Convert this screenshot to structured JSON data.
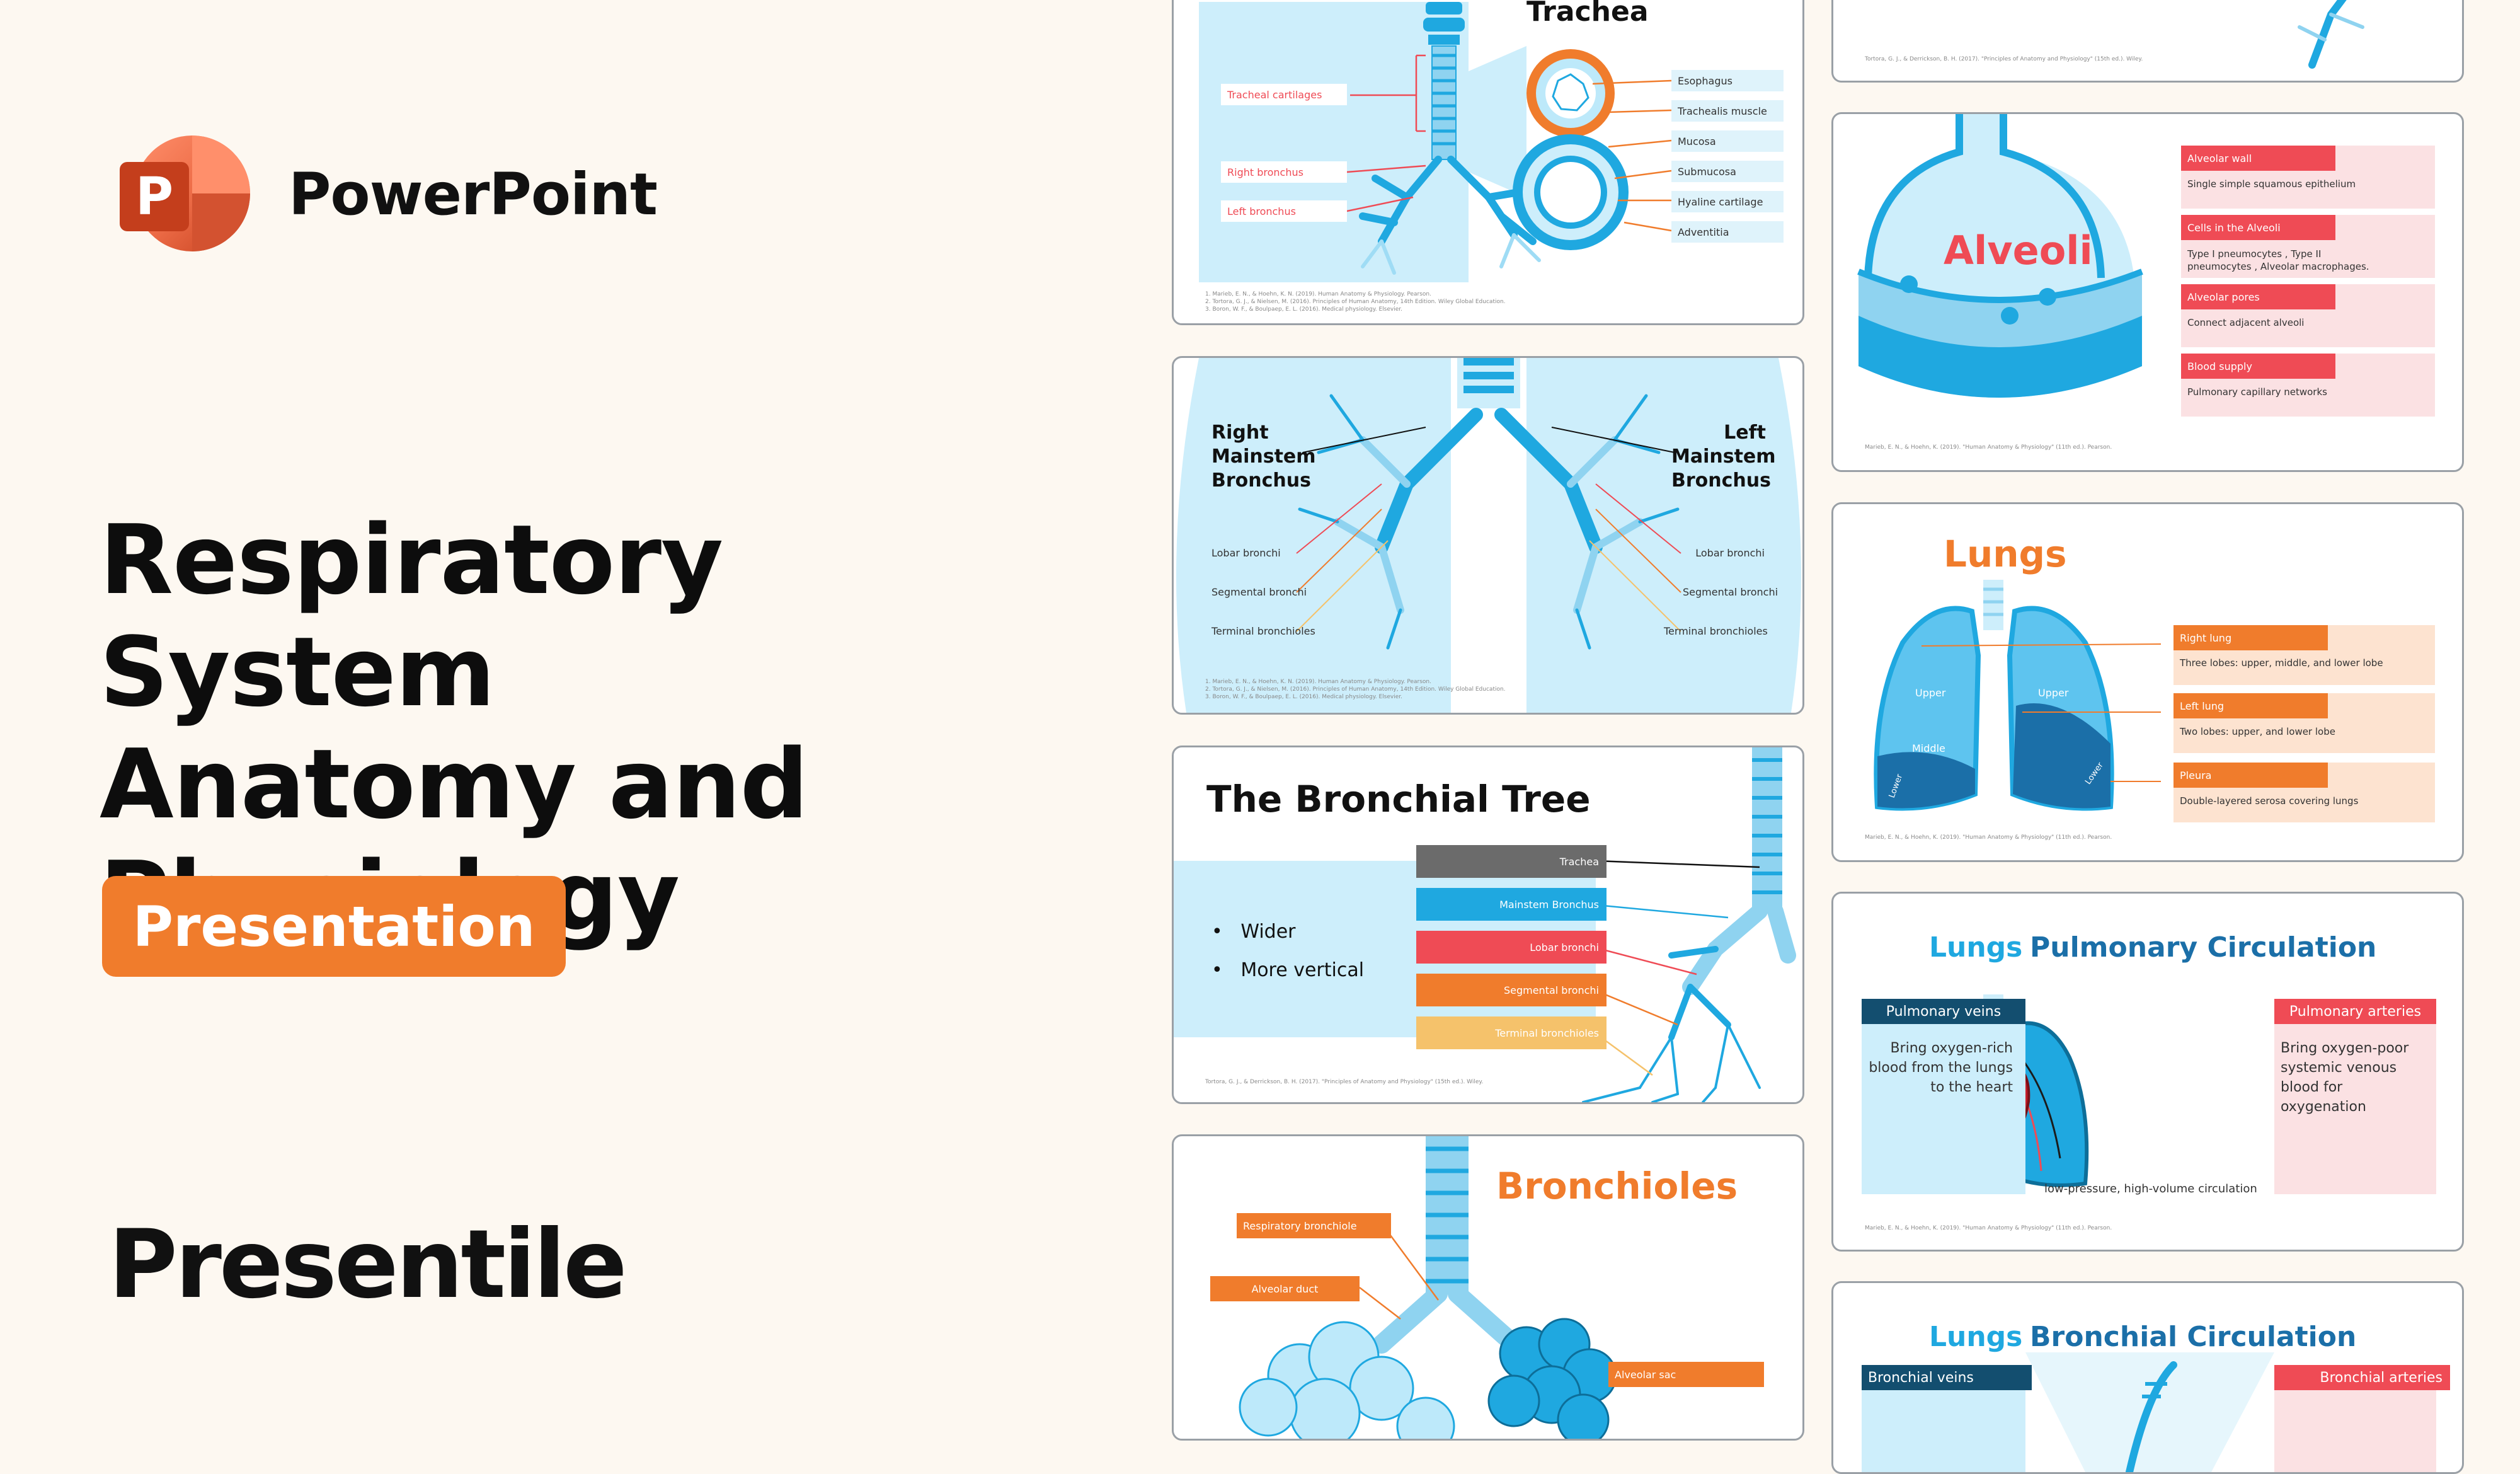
{
  "app": {
    "name": "PowerPoint"
  },
  "hero": {
    "title_lines": [
      "Respiratory System",
      "Anatomy and",
      "Physiology"
    ],
    "badge": "Presentation",
    "brand": "Presentile"
  },
  "colors": {
    "orange": "#f07c2c",
    "blue": "#1fa8e0",
    "red": "#ef4b55",
    "light_blue": "#cdeefb",
    "dark": "#111111"
  },
  "slides": {
    "trachea": {
      "title": "Trachea",
      "left_labels": [
        "Tracheal cartilages",
        "Right bronchus",
        "Left bronchus"
      ],
      "right_labels": [
        "Esophagus",
        "Trachealis muscle",
        "Mucosa",
        "Submucosa",
        "Hyaline cartilage",
        "Adventitia"
      ],
      "refs": [
        "1.    Marieb, E. N., & Hoehn, K. N. (2019). Human Anatomy & Physiology. Pearson.",
        "2.    Tortora, G. J., & Nielsen, M. (2016). Principles of Human Anatomy, 14th Edition. Wiley Global Education.",
        "3.    Boron, W. F., & Boulpaep, E. L. (2016). Medical physiology. Elsevier."
      ]
    },
    "mainstem": {
      "right_title": "Right\nMainstem\nBronchus",
      "left_title": "Left\nMainstem\nBronchus",
      "right_labels": [
        "Lobar bronchi",
        "Segmental bronchi",
        "Terminal bronchioles"
      ],
      "left_labels": [
        "Lobar bronchi",
        "Segmental bronchi",
        "Terminal bronchioles"
      ],
      "refs": [
        "1.    Marieb, E. N., & Hoehn, K. N. (2019). Human Anatomy & Physiology. Pearson.",
        "2.    Tortora, G. J., & Nielsen, M. (2016). Principles of Human Anatomy, 14th Edition. Wiley Global Education.",
        "3.    Boron, W. F., & Boulpaep, E. L. (2016). Medical physiology. Elsevier."
      ]
    },
    "bronchial_tree": {
      "title": "The Bronchial Tree",
      "bullets": [
        "Wider",
        "More vertical"
      ],
      "legend": [
        {
          "label": "Trachea",
          "color": "#6b6b6b"
        },
        {
          "label": "Mainstem Bronchus",
          "color": "#1fa8e0"
        },
        {
          "label": "Lobar bronchi",
          "color": "#ef4b55"
        },
        {
          "label": "Segmental bronchi",
          "color": "#f07c2c"
        },
        {
          "label": "Terminal bronchioles",
          "color": "#f5c26b"
        }
      ],
      "ref": "Tortora, G. J., & Derrickson, B. H. (2017). \"Principles of Anatomy and Physiology\" (15th ed.). Wiley."
    },
    "bronchioles": {
      "title": "Bronchioles",
      "labels": [
        "Respiratory bronchiole",
        "Alveolar duct",
        "Alveolar sac"
      ]
    },
    "top_right": {
      "ref": "Tortora, G. J., & Derrickson, B. H. (2017). \"Principles of Anatomy and Physiology\" (15th ed.). Wiley."
    },
    "alveoli": {
      "title": "Alveoli",
      "items": [
        {
          "tag": "Alveolar wall",
          "desc": "Single simple squamous epithelium"
        },
        {
          "tag": "Cells in the Alveoli",
          "desc": "Type I pneumocytes , Type II pneumocytes , Alveolar macrophages."
        },
        {
          "tag": "Alveolar pores",
          "desc": "Connect adjacent alveoli"
        },
        {
          "tag": "Blood supply",
          "desc": "Pulmonary capillary networks"
        }
      ],
      "ref": "Marieb, E. N., & Hoehn, K. (2019). \"Human Anatomy & Physiology\" (11th ed.). Pearson."
    },
    "lungs": {
      "title": "Lungs",
      "lobe_labels": [
        "Upper",
        "Upper",
        "Middle",
        "Lower",
        "Lower"
      ],
      "items": [
        {
          "tag": "Right lung",
          "desc": "Three lobes: upper, middle, and lower lobe"
        },
        {
          "tag": "Left lung",
          "desc": "Two lobes: upper, and lower lobe"
        },
        {
          "tag": "Pleura",
          "desc": "Double-layered serosa covering lungs"
        }
      ],
      "ref": "Marieb, E. N., & Hoehn, K. (2019). \"Human Anatomy & Physiology\" (11th ed.). Pearson."
    },
    "pulmonary": {
      "title_a": "Lungs",
      "title_b": "Pulmonary Circulation",
      "veins_tag": "Pulmonary veins",
      "veins_desc": "Bring oxygen-rich blood from the lungs to the heart",
      "arteries_tag": "Pulmonary arteries",
      "arteries_desc": "Bring oxygen-poor systemic venous blood for oxygenation",
      "caption": "low-pressure, high-volume circulation",
      "ref": "Marieb, E. N., & Hoehn, K. (2019). \"Human Anatomy & Physiology\" (11th ed.). Pearson."
    },
    "bronchial_circ": {
      "title_a": "Lungs",
      "title_b": "Bronchial Circulation",
      "veins_tag": "Bronchial veins",
      "arteries_tag": "Bronchial arteries"
    }
  }
}
